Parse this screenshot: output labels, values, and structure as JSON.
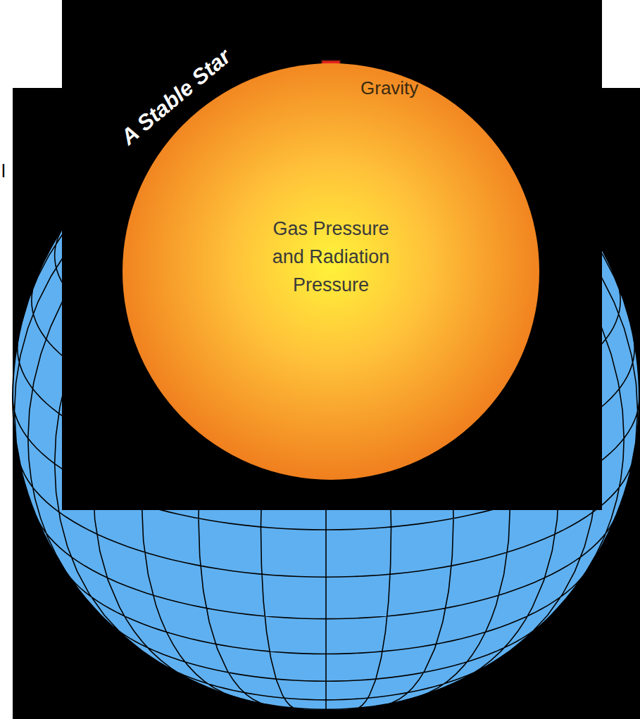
{
  "diagram": {
    "title": "A Stable Star",
    "nodes": [
      {
        "text": [
          "Gas Pressure and Radiation Pressure"
        ]
      }
    ],
    "labels": [
      "Gravity",
      "l"
    ]
  }
}
